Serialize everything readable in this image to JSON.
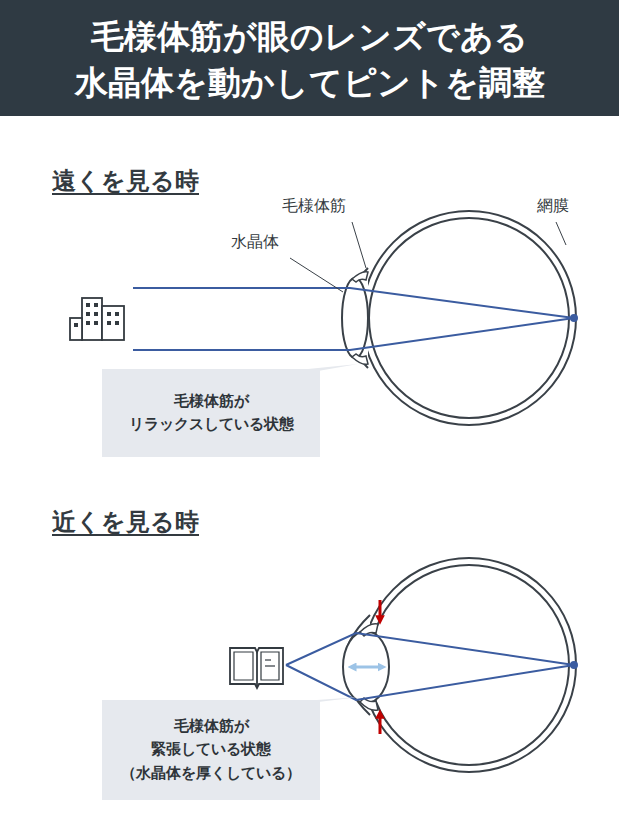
{
  "diagram": {
    "title": "毛様体筋が眼のレンズである 水晶体を動かしてピントを調整",
    "nodes": [
      {
        "text": [
          "毛様体筋が リラックスしている状態"
        ]
      },
      {
        "text": [
          "毛様体筋が 緊張している状態 （水晶体を厚くしている）"
        ]
      }
    ],
    "labels": [
      "遠くを見る時",
      "毛様体筋",
      "水晶体",
      "網膜",
      "近くを見る時"
    ]
  }
}
